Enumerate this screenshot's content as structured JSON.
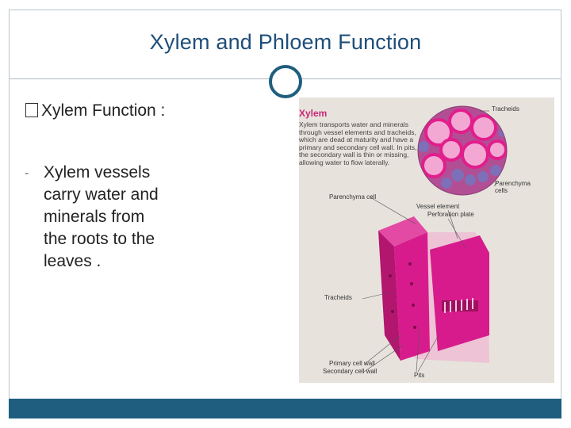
{
  "slide": {
    "title": "Xylem and Phloem Function",
    "heading_glyph": "�",
    "heading": "Xylem Function :",
    "dash": "-",
    "body": "Xylem vessels\ncarry water and\nminerals from\nthe roots to the\nleaves  ."
  },
  "figure": {
    "title": "Xylem",
    "description": "Xylem transports water and minerals through vessel elements and tracheids, which are dead at maturity and have a primary and secondary cell wall. In pits, the secondary wall is thin or missing, allowing water to flow laterally.",
    "labels": {
      "tracheids_top": "Tracheids",
      "parenchyma_cells": "Parenchyma\ncells",
      "parenchyma_cell": "Parenchyma cell",
      "vessel_element": "Vessel element",
      "perforation_plate": "Perforation plate",
      "tracheids_left": "Tracheids",
      "primary_wall": "Primary cell wall",
      "secondary_wall": "Secondary cell wall",
      "pits": "Pits"
    }
  },
  "colors": {
    "title": "#1f4e79",
    "accent_bar": "#1f5e7e",
    "magenta": "#d81b8c",
    "panel_bg": "#e7e3dc"
  }
}
